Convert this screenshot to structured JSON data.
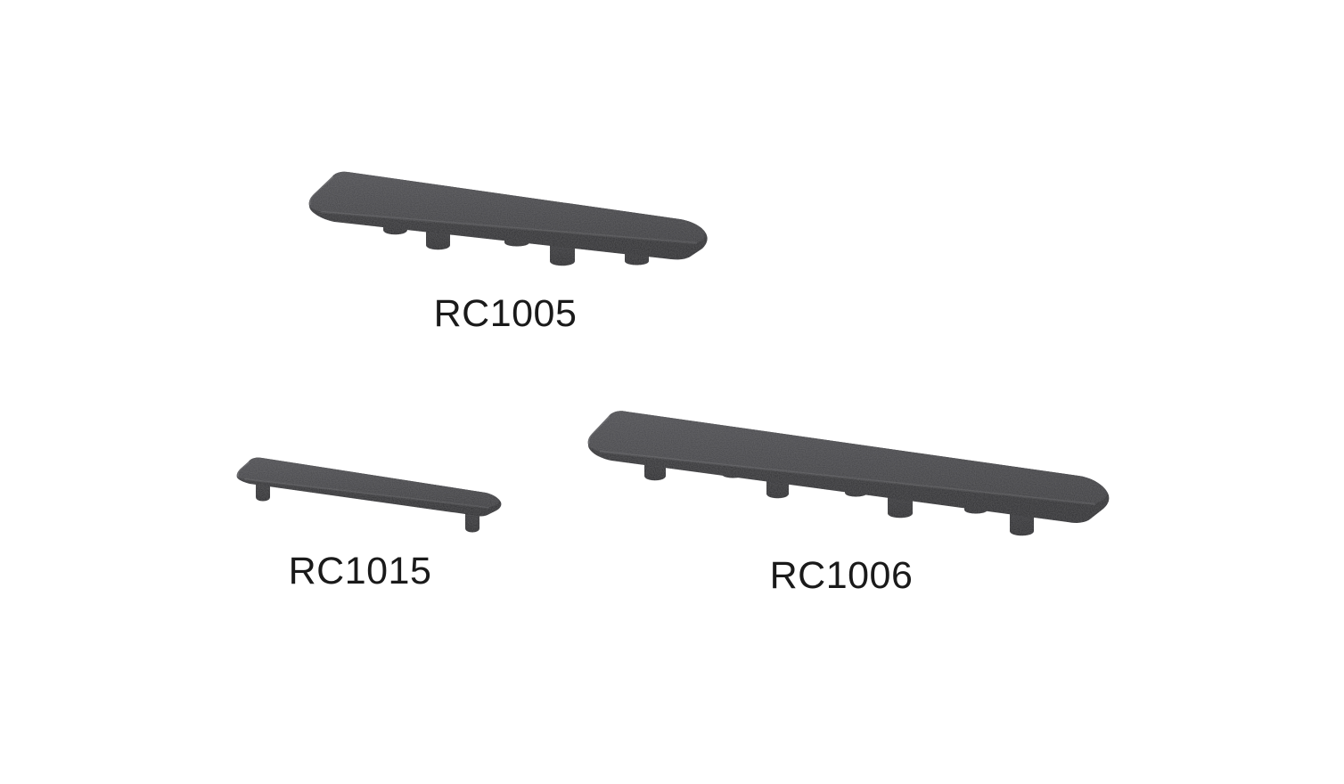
{
  "page": {
    "background_color": "#ffffff",
    "description_visible_content": "Three dark 3D-rendered cover caps with mounting pegs, each captioned with a part number"
  },
  "products": [
    {
      "label": "RC1005",
      "peg_count": 5
    },
    {
      "label": "RC1015",
      "peg_count": 2
    },
    {
      "label": "RC1006",
      "peg_count": 7
    }
  ],
  "colors": {
    "part_top_light": "#4b4b4f",
    "part_top_dark": "#37373a",
    "part_front_light": "#2f2f32",
    "part_front_dark": "#222225",
    "part_peg_light": "#38383b",
    "part_peg_dark": "#1f1f22",
    "label_text": "#1a1a1a",
    "background": "#ffffff"
  }
}
